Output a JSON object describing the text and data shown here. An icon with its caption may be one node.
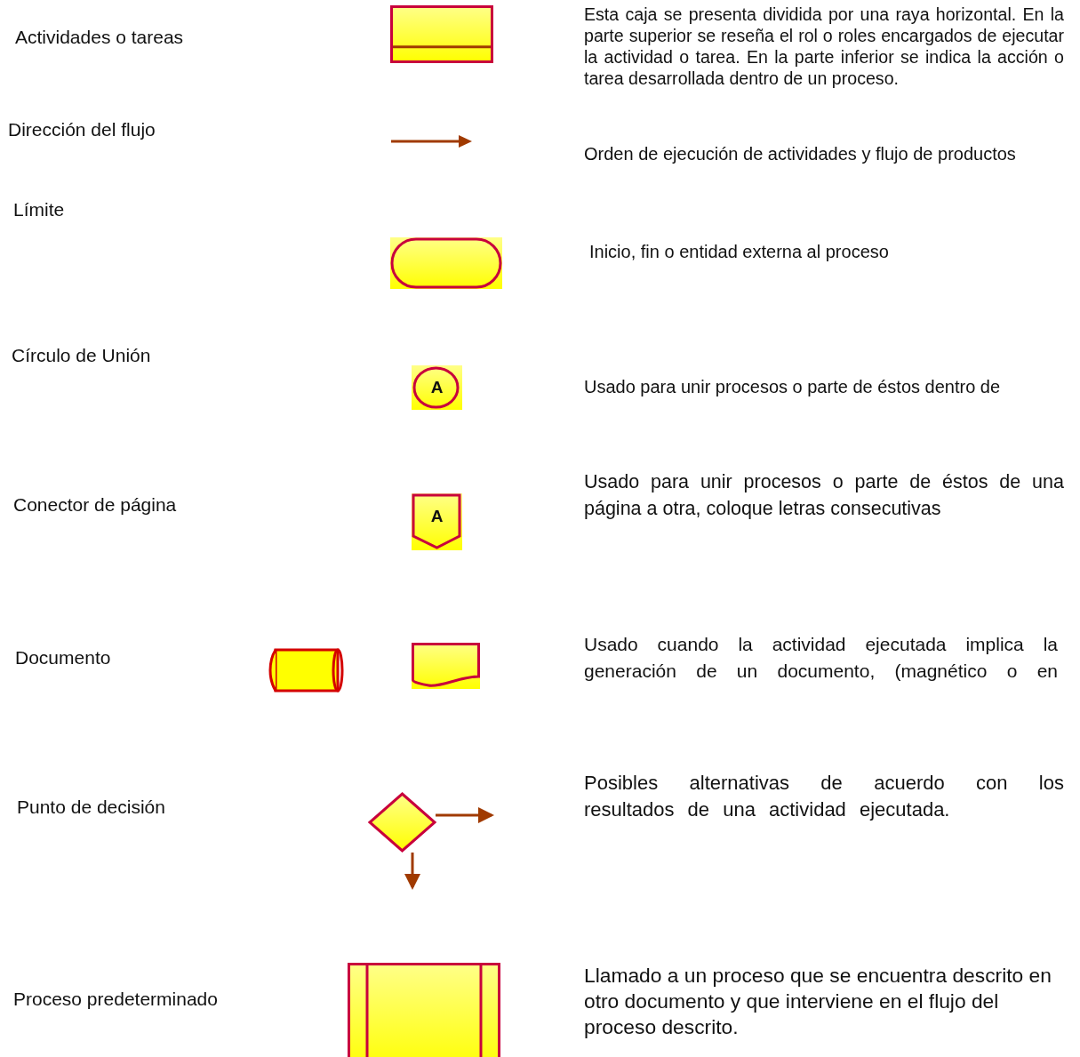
{
  "diagram": {
    "nodes": [
      {
        "text": [],
        "shape": "box"
      },
      {
        "text": [],
        "shape": "box"
      },
      {
        "text": [
          "A"
        ]
      },
      {
        "text": [
          "A"
        ]
      },
      {
        "text": [],
        "shape": "cylinder"
      },
      {
        "text": [],
        "shape": "box"
      },
      {
        "text": [],
        "shape": "diamond"
      },
      {
        "text": [],
        "shape": "box"
      }
    ],
    "edges": [
      {
        "from": 6,
        "to": null,
        "arrow": "to"
      },
      {
        "from": 6,
        "to": null,
        "arrow": "to"
      }
    ],
    "labels": [
      "Actividades o tareas",
      "Esta caja se presenta dividida por una raya horizontal. En la parte superior se reseña el rol o roles encargados de ejecutar la actividad o tarea. En la parte inferior se indica la acción o tarea desarrollada dentro de un proceso.",
      "Dirección del flujo",
      "Orden de ejecución de actividades y flujo de productos",
      "Límite",
      "Inicio, fin o entidad externa al proceso",
      "Círculo de Unión",
      "Usado para unir procesos o parte de éstos dentro de",
      "Conector de página",
      "Usado para unir procesos o parte de éstos de una página a otra, coloque letras consecutivas",
      "Documento",
      "Usado cuando la actividad ejecutada implica la generación de un documento, (magnético o en",
      "Punto de decisión",
      "Posibles alternativas de acuerdo con los resultados de una actividad ejecutada.",
      "Proceso predeterminado",
      "Llamado a un proceso que se encuentra descrito en otro documento y que interviene en el flujo del proceso descrito."
    ]
  }
}
